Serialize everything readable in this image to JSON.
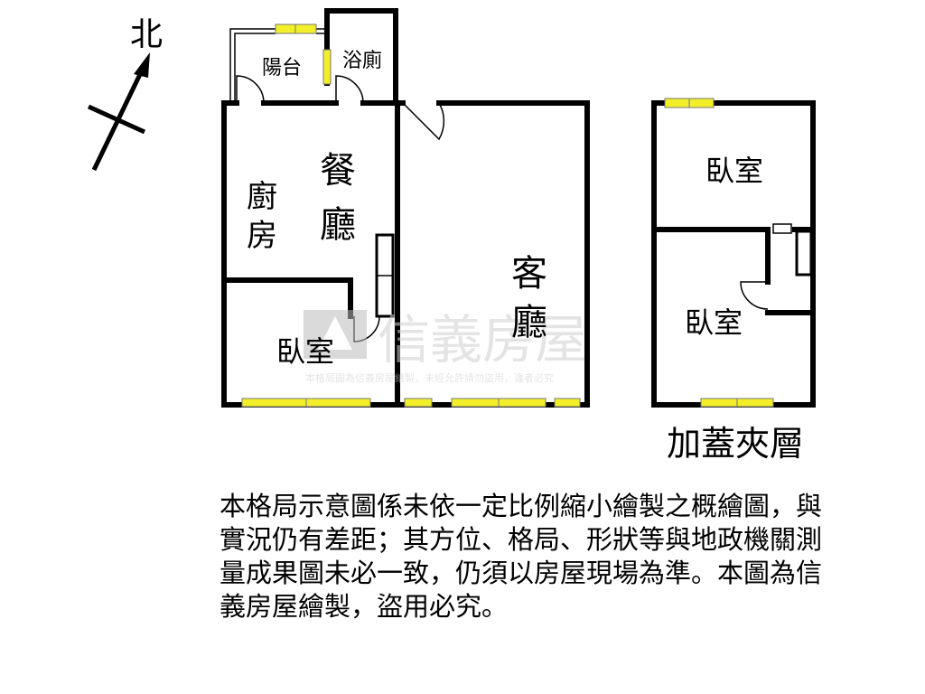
{
  "compass": {
    "north_label": "北"
  },
  "rooms": {
    "balcony": "陽台",
    "bathroom": "浴廁",
    "kitchen_1": "廚",
    "kitchen_2": "房",
    "dining_1": "餐",
    "dining_2": "廳",
    "living_1": "客",
    "living_2": "廳",
    "bedroom_main": "臥室",
    "bedroom_upper": "臥室",
    "bedroom_lower": "臥室"
  },
  "mezzanine_label": "加蓋夾層",
  "watermark": {
    "brand": "信義房屋",
    "notice": "本格局圖為信義房屋繪製，未經允許請勿盜用，違者必究"
  },
  "disclaimer": "本格局示意圖係未依一定比例縮小繪製之概繪圖，與實況仍有差距；其方位、格局、形狀等與地政機關測量成果圖未必一致，仍須以房屋現場為準。本圖為信義房屋繪製，盜用必究。",
  "colors": {
    "window": "#f2ef2a",
    "wall": "#000000",
    "watermark": "#cfcfcf"
  }
}
